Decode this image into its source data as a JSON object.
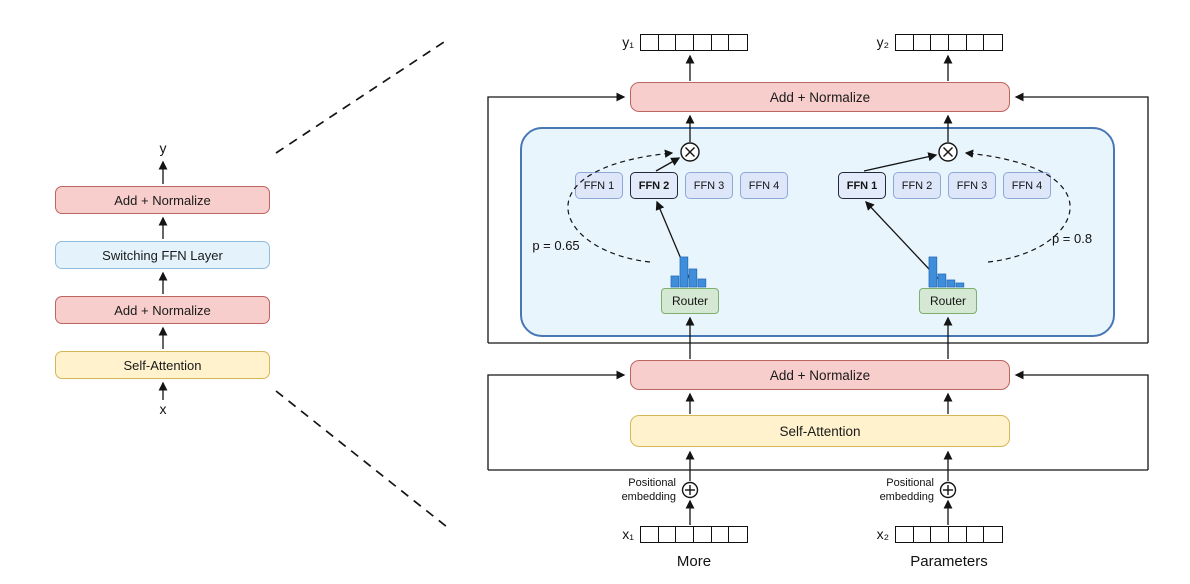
{
  "left_diagram": {
    "output_label": "y",
    "layers": [
      {
        "label": "Add + Normalize"
      },
      {
        "label": "Switching FFN Layer"
      },
      {
        "label": "Add + Normalize"
      },
      {
        "label": "Self-Attention"
      }
    ],
    "input_label": "x"
  },
  "right_diagram": {
    "output_tokens": [
      {
        "label": "y₁"
      },
      {
        "label": "y₂"
      }
    ],
    "add_normalize_top": {
      "label": "Add + Normalize"
    },
    "switching_layer": {
      "token1_experts": {
        "gate_probability": "p = 0.65",
        "ffns": [
          "FFN 1",
          "FFN 2",
          "FFN 3",
          "FFN 4"
        ],
        "selected_ffn": "FFN 2",
        "router": {
          "label": "Router",
          "histogram": [
            11,
            30,
            18,
            8
          ]
        }
      },
      "token2_experts": {
        "gate_probability": "p = 0.8",
        "ffns": [
          "FFN 1",
          "FFN 2",
          "FFN 3",
          "FFN 4"
        ],
        "selected_ffn": "FFN 1",
        "router": {
          "label": "Router",
          "histogram": [
            30,
            13,
            7,
            4
          ]
        }
      }
    },
    "add_normalize_bottom": {
      "label": "Add + Normalize"
    },
    "self_attention": {
      "label": "Self-Attention"
    },
    "positional_embedding_left": "Positional\nembedding",
    "positional_embedding_right": "Positional\nembedding",
    "input_tokens": [
      {
        "label": "x₁",
        "caption": "More"
      },
      {
        "label": "x₂",
        "caption": "Parameters"
      }
    ]
  },
  "colors": {
    "add_normalize_fill": "#F8CECC",
    "add_normalize_stroke": "#BC6460",
    "attention_fill": "#FFF2CC",
    "attention_stroke": "#D6B656",
    "switch_container_fill": "#E9F5FC",
    "switch_container_stroke": "#4878B4",
    "ffn_fill": "#DEE7FA",
    "ffn_stroke": "#8FA8D8",
    "router_fill": "#D5E8D4",
    "router_stroke": "#7FAF6D",
    "histogram_fill": "#3E8EDB"
  }
}
